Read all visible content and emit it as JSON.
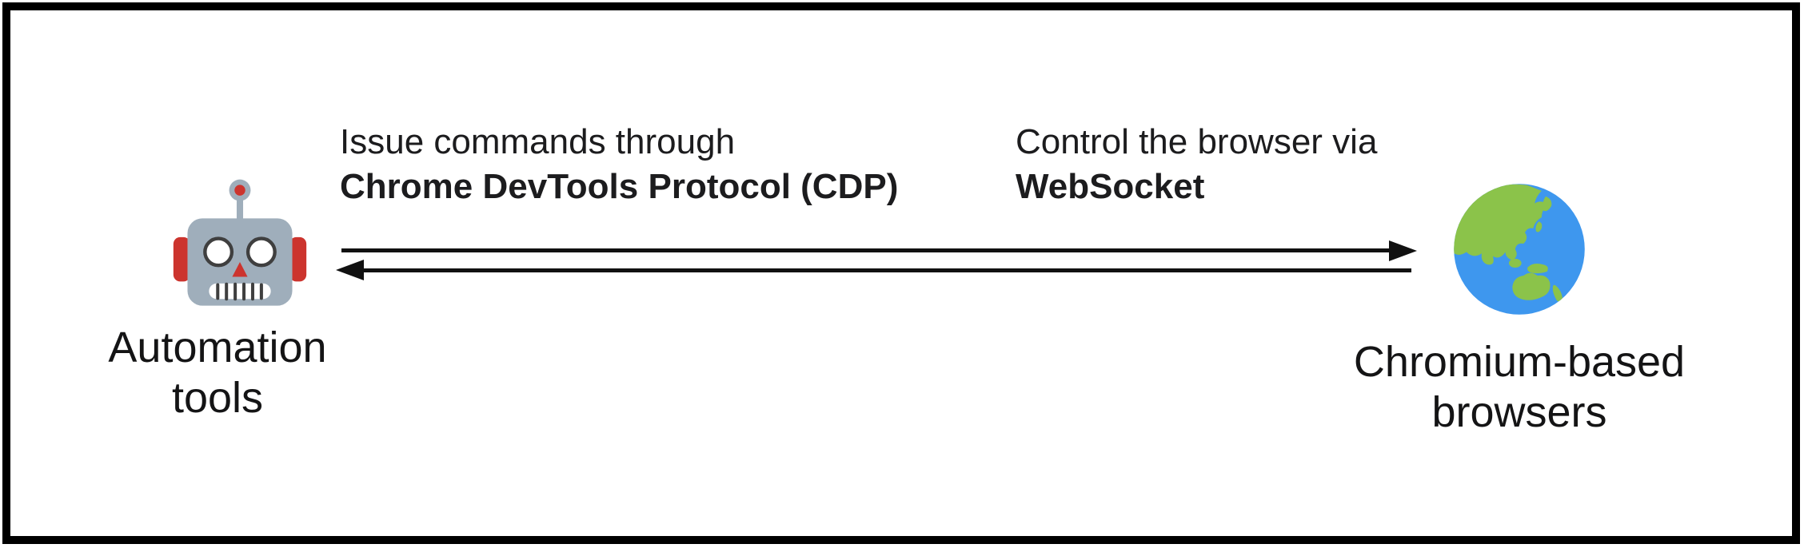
{
  "diagram": {
    "captions": {
      "left": {
        "line1": "Issue commands through",
        "line2": "Chrome DevTools Protocol (CDP)"
      },
      "right": {
        "line1": "Control the browser via",
        "line2": "WebSocket"
      }
    },
    "nodes": {
      "left": {
        "icon": "robot-face",
        "label_lines": [
          "Automation",
          "tools"
        ]
      },
      "right": {
        "icon": "globe-asia-australia",
        "label_lines": [
          "Chromium-based",
          "browsers"
        ]
      }
    },
    "arrows": {
      "top_direction": "left-to-right",
      "bottom_direction": "right-to-left"
    },
    "colors": {
      "border": "#000000",
      "text": "#1c1c1e",
      "arrow": "#111111",
      "robot_body": "#9FAEBB",
      "robot_accent": "#CC342E",
      "robot_detail": "#3F3F3F",
      "globe_ocean": "#3E97EE",
      "globe_land": "#8BC34A"
    }
  }
}
